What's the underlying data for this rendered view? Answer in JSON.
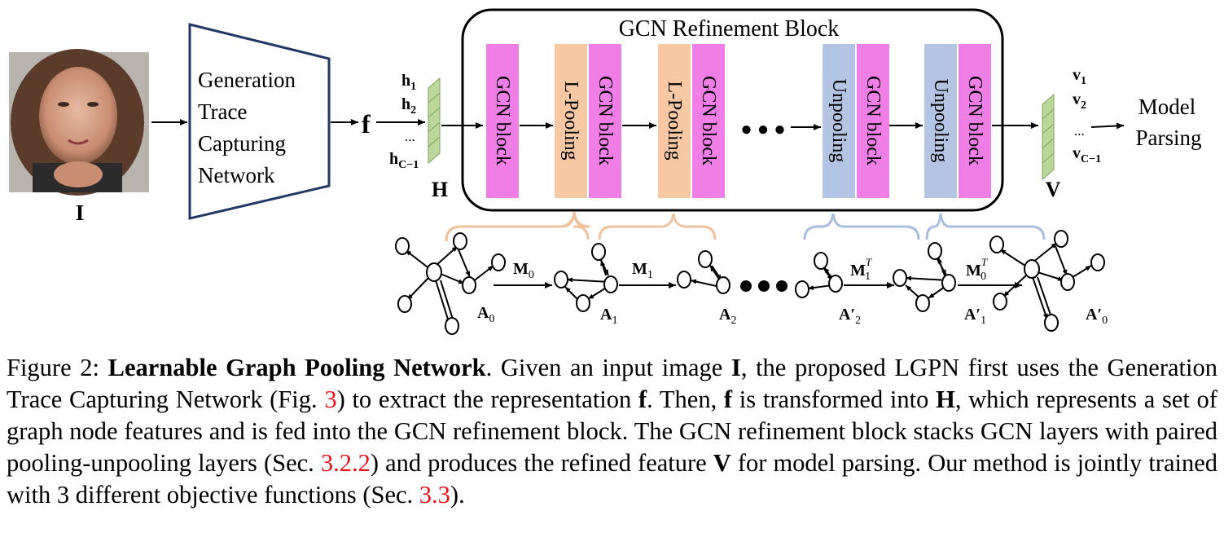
{
  "figure": {
    "input_label": "I",
    "network_lines": [
      "Generation",
      "Trace",
      "Capturing",
      "Network"
    ],
    "f_label": "f",
    "h_labels": {
      "h1": "h",
      "h1_sub": "1",
      "h2": "h",
      "h2_sub": "2",
      "dots": "...",
      "hC": "h",
      "hC_sub": "C−1"
    },
    "H_label": "H",
    "block_title": "GCN Refinement Block",
    "gcn_label": "GCN block",
    "lpool_label": "L-Pooling",
    "unpool_label": "Unpooling",
    "ellipsis": "●●●",
    "V_label": "V",
    "v_labels": {
      "v1": "v",
      "v1_sub": "1",
      "v2": "v",
      "v2_sub": "2",
      "dots": "...",
      "vC": "v",
      "vC_sub": "C−1"
    },
    "output_lines": [
      "Model",
      "Parsing"
    ],
    "graph_labels": {
      "A0": "A",
      "A0_sub": "0",
      "A1": "A",
      "A1_sub": "1",
      "A2": "A",
      "A2_sub": "2",
      "Ap2": "A′",
      "Ap2_sub": "2",
      "Ap1": "A′",
      "Ap1_sub": "1",
      "Ap0": "A′",
      "Ap0_sub": "0",
      "M0": "M",
      "M0_sub": "0",
      "M1": "M",
      "M1_sub": "1",
      "M1T": "M",
      "M1T_sub": "1",
      "M1T_sup": "T",
      "M0T": "M",
      "M0T_sub": "0",
      "M0T_sup": "T"
    },
    "colors": {
      "gcn": "#ef7fe6",
      "lpool": "#f8c7a4",
      "unpool": "#b4c5e3",
      "feature": "#b9d89a",
      "network_stroke": "#1f3864",
      "brace_orange": "#f0c39d",
      "brace_blue": "#a9bde0"
    }
  },
  "caption": {
    "prefix": "Figure 2: ",
    "title": "Learnable Graph Pooling Network",
    "t1": ".  Given an input image ",
    "I": "I",
    "t2": ", the proposed LGPN first uses the Generation Trace Capturing Network (Fig. ",
    "ref_fig": "3",
    "t3": ") to extract the representation ",
    "f": "f",
    "t4": ". Then, ",
    "f2": "f",
    "t5": " is transformed into ",
    "H": "H",
    "t6": ", which represents a set of graph node features and is fed into the GCN refinement block. The GCN refinement block stacks GCN layers with paired pooling-unpooling layers (Sec. ",
    "ref_sec1": "3.2.2",
    "t7": ") and produces the refined feature ",
    "V": "V",
    "t8": " for model parsing. Our method is jointly trained with 3 different objective functions (Sec. ",
    "ref_sec2": "3.3",
    "t9": ")."
  }
}
